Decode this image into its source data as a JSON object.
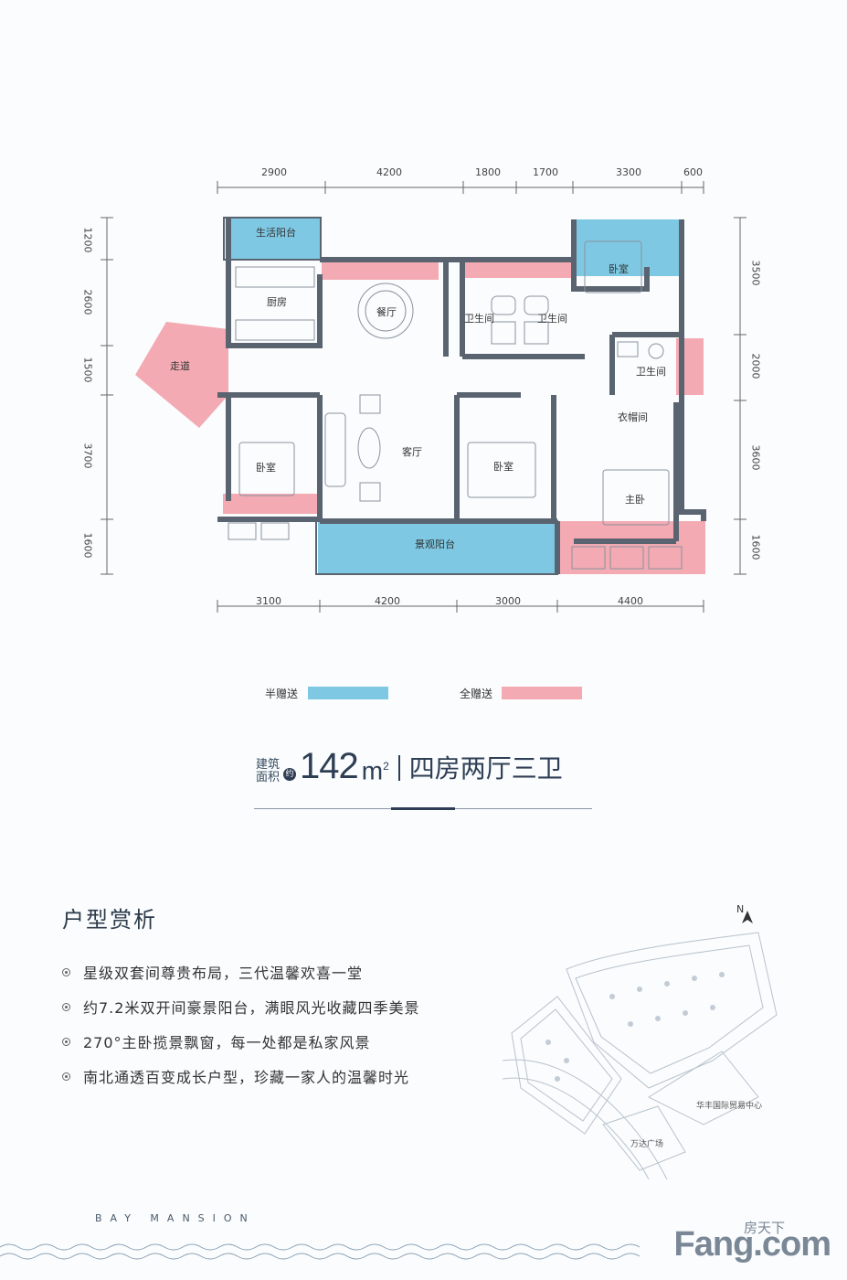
{
  "plan": {
    "dims_top": [
      "2900",
      "4200",
      "1800",
      "1700",
      "3300",
      "600"
    ],
    "dims_bottom": [
      "3100",
      "4200",
      "3000",
      "4400"
    ],
    "dims_left": [
      "1200",
      "2600",
      "1500",
      "3700",
      "1600"
    ],
    "dims_right": [
      "3500",
      "2000",
      "3600",
      "1600"
    ],
    "rooms": {
      "service_balcony": "生活阳台",
      "kitchen": "厨房",
      "dining": "餐厅",
      "bath_1": "卫生间",
      "bath_2": "卫生间",
      "bedroom_ne": "卧室",
      "bath_3": "卫生间",
      "corridor": "走道",
      "closet": "衣帽间",
      "bedroom_w": "卧室",
      "living": "客厅",
      "bedroom_c": "卧室",
      "master": "主卧",
      "view_balcony": "景观阳台"
    },
    "colors": {
      "half_gift": "#7ec8e3",
      "full_gift": "#f3aab3",
      "wall": "#5a6470",
      "floor": "#ffffff"
    }
  },
  "legend": {
    "half_label": "半赠送",
    "full_label": "全赠送"
  },
  "area": {
    "label_line1": "建筑",
    "label_line2": "面积",
    "approx": "约",
    "number": "142",
    "unit": "m",
    "unit_sup": "2",
    "layout": "四房两厅三卫"
  },
  "section": {
    "title": "户型赏析",
    "features": [
      "星级双套间尊贵布局，三代温馨欢喜一堂",
      "约7.2米双开间豪景阳台，满眼风光收藏四季美景",
      "270°主卧揽景飘窗，每一处都是私家风景",
      "南北通透百变成长户型，珍藏一家人的温馨时光"
    ]
  },
  "map": {
    "north": "N",
    "label_center": "华丰国际贸易中心",
    "label_plaza": "万达广场"
  },
  "brand": "BAY MANSION",
  "watermark": {
    "cn": "房天下",
    "en": "Fang.com"
  }
}
